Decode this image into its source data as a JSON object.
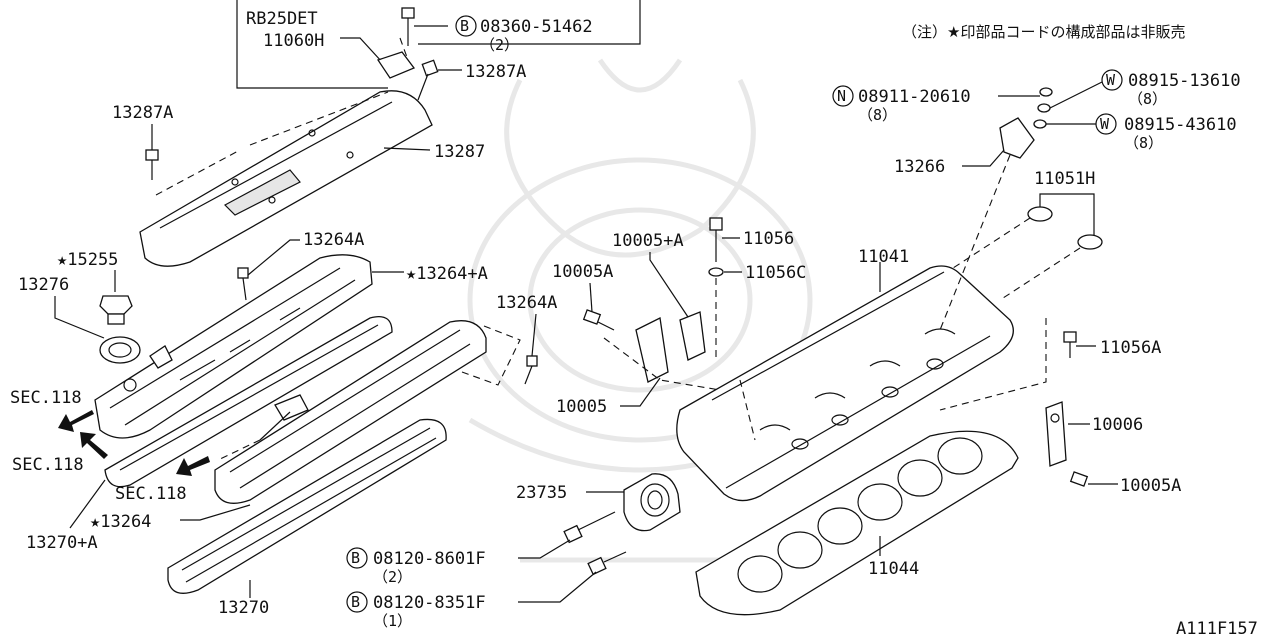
{
  "note": "（注）★印部品コードの構成部品は非販売",
  "footer_code": "A111F157",
  "variant_box": {
    "label": "RB25DET",
    "part": "11060H"
  },
  "callouts": {
    "p13287a_top": "13287A",
    "p13287a_left": "13287A",
    "p13287": "13287",
    "p15255": "★15255",
    "p13276": "13276",
    "p13264a_1": "13264A",
    "p13264pa": "★13264+A",
    "p13264a_2": "13264A",
    "sec118_1": "SEC.118",
    "sec118_2": "SEC.118",
    "sec118_3": "SEC.118",
    "p13264": "★13264",
    "p13270pa": "13270+A",
    "p13270": "13270",
    "p10005a_1": "10005A",
    "p10005pa": "10005+A",
    "p10005": "10005",
    "p11056": "11056",
    "p11056c": "11056C",
    "p11041": "11041",
    "p11051h": "11051H",
    "p13266": "13266",
    "p11056a": "11056A",
    "p10006": "10006",
    "p10005a_2": "10005A",
    "p23735": "23735",
    "p11044": "11044"
  },
  "bolt_refs": [
    {
      "symbol": "B",
      "code": "08360-51462",
      "qty": "（2）"
    },
    {
      "symbol": "N",
      "code": "08911-20610",
      "qty": "（8）"
    },
    {
      "symbol": "W",
      "code": "08915-13610",
      "qty": "（8）"
    },
    {
      "symbol": "W",
      "code": "08915-43610",
      "qty": "（8）"
    },
    {
      "symbol": "B",
      "code": "08120-8601F",
      "qty": "（2）"
    },
    {
      "symbol": "B",
      "code": "08120-8351F",
      "qty": "（1）"
    }
  ]
}
